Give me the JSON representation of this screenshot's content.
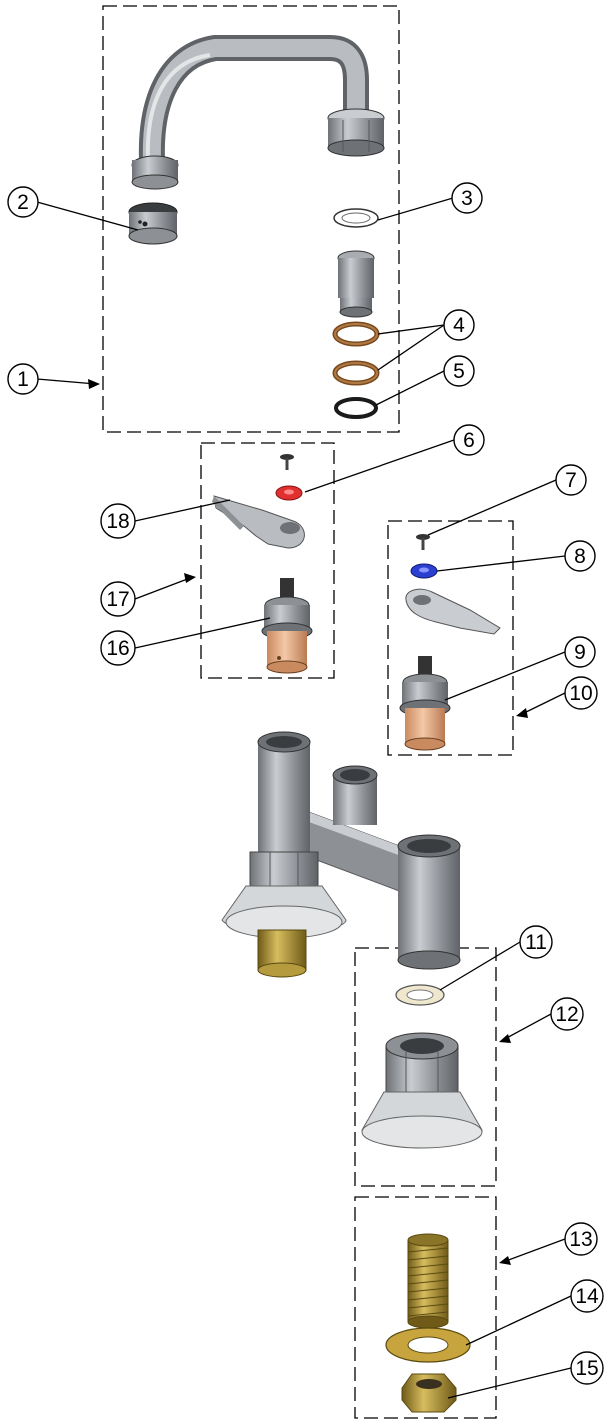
{
  "callouts": [
    {
      "id": "c1",
      "label": "1",
      "part": "spout-assembly"
    },
    {
      "id": "c2",
      "label": "2",
      "part": "aerator"
    },
    {
      "id": "c3",
      "label": "3",
      "part": "washer"
    },
    {
      "id": "c4",
      "label": "4",
      "part": "o-rings"
    },
    {
      "id": "c5",
      "label": "5",
      "part": "o-ring-black"
    },
    {
      "id": "c6",
      "label": "6",
      "part": "red-index-button"
    },
    {
      "id": "c7",
      "label": "7",
      "part": "handle-screw"
    },
    {
      "id": "c8",
      "label": "8",
      "part": "blue-index-button"
    },
    {
      "id": "c9",
      "label": "9",
      "part": "cartridge-cold"
    },
    {
      "id": "c10",
      "label": "10",
      "part": "cold-handle-assembly"
    },
    {
      "id": "c11",
      "label": "11",
      "part": "flange-washer"
    },
    {
      "id": "c12",
      "label": "12",
      "part": "flange-nut-assembly"
    },
    {
      "id": "c13",
      "label": "13",
      "part": "nipple"
    },
    {
      "id": "c14",
      "label": "14",
      "part": "brass-washer"
    },
    {
      "id": "c15",
      "label": "15",
      "part": "lock-nut"
    },
    {
      "id": "c16",
      "label": "16",
      "part": "cartridge-hot"
    },
    {
      "id": "c17",
      "label": "17",
      "part": "hot-handle-assembly"
    },
    {
      "id": "c18",
      "label": "18",
      "part": "lever-handle"
    }
  ],
  "colors": {
    "steel": "#9a9ea3",
    "steel_dark": "#6e7277",
    "steel_light": "#d4d7da",
    "brass": "#b59a3e",
    "brass_dark": "#7a6520",
    "bronze": "#8a5a2b",
    "red": "#e03030",
    "blue": "#2b3fd0",
    "cream": "#efe8cf",
    "copper": "#e9b48e"
  }
}
